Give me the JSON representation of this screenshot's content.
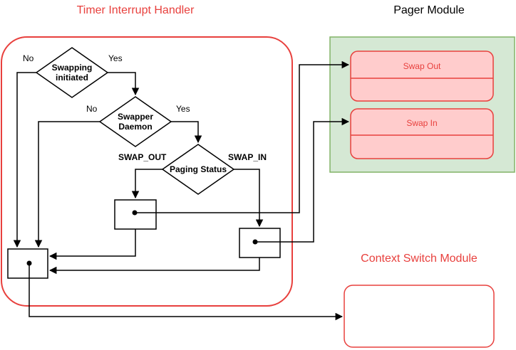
{
  "colors": {
    "handler_border": "#e8403d",
    "pager_fill": "#d5e8d4",
    "pager_border": "#82b366",
    "module_fill": "#ffcccc",
    "module_border": "#e8403d",
    "title_red": "#e8403d"
  },
  "titles": {
    "timer_handler": "Timer Interrupt Handler",
    "pager_module": "Pager Module",
    "context_switch": "Context Switch Module"
  },
  "decisions": {
    "swapping": {
      "line1": "Swapping",
      "line2": "initiated",
      "no": "No",
      "yes": "Yes"
    },
    "daemon": {
      "line1": "Swapper",
      "line2": "Daemon",
      "no": "No",
      "yes": "Yes"
    },
    "paging": {
      "label": "Paging Status",
      "out": "SWAP_OUT",
      "in": "SWAP_IN"
    }
  },
  "pager": {
    "swap_out": "Swap Out",
    "swap_in": "Swap In"
  }
}
